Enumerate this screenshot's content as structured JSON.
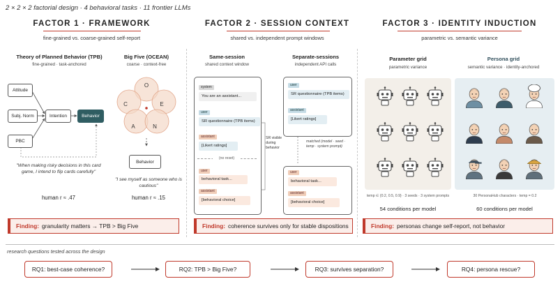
{
  "header": {
    "title": "2 × 2 × 2 factorial design · 4 behavioral tasks · 11 frontier LLMs"
  },
  "factor1": {
    "title": "FACTOR 1 · FRAMEWORK",
    "subtitle": "fine-grained vs. coarse-grained self-report",
    "tpb": {
      "title": "Theory of Planned Behavior (TPB)",
      "subtitle": "fine-grained · task-anchored",
      "nodes": {
        "attitude": "Attitude",
        "norm": "Subj. Norm",
        "pbc": "PBC",
        "intention": "Intention",
        "behavior": "Behavior"
      },
      "quote": "\"When making risky decisions in this card game, I intend to flip cards carefully\"",
      "corr": "human r ≈ .47"
    },
    "bigfive": {
      "title": "Big Five (OCEAN)",
      "subtitle": "coarse · context-free",
      "letters": {
        "o": "O",
        "c": "C",
        "e": "E",
        "a": "A",
        "n": "N"
      },
      "behavior": "Behavior",
      "quote": "\"I see myself as someone who is cautious\"",
      "corr": "human r ≈ .15"
    },
    "finding_label": "Finding:",
    "finding_text": "granularity matters → TPB > Big Five"
  },
  "factor2": {
    "title": "FACTOR 2 · SESSION CONTEXT",
    "subtitle": "shared vs. independent prompt windows",
    "same": {
      "title": "Same-session",
      "subtitle": "shared context window",
      "system_tag": "system",
      "system_msg": "You are an assistant...",
      "user_tag": "user",
      "sr_msg": "SR questionnaire (TPB items)",
      "assistant_tag": "assistant",
      "likert_msg": "[Likert ratings]",
      "no_reset": "(no reset)",
      "user_tag2": "user",
      "task_msg": "behavioral task...",
      "assistant_tag2": "assistant",
      "choice_msg": "[behavioral choice]"
    },
    "side_note": "SR visible during behavior",
    "separate": {
      "title": "Separate-sessions",
      "subtitle": "independent API calls",
      "user_tag": "user",
      "sr_msg": "SR questionnaire (TPB items)",
      "assistant_tag": "assistant",
      "likert_msg": "[Likert ratings]",
      "matched": "matched (model · seed · temp · system prompt)",
      "user_tag2": "user",
      "task_msg": "behavioral task...",
      "assistant_tag2": "assistant",
      "choice_msg": "[behavioral choice]"
    },
    "finding_label": "Finding:",
    "finding_text": "coherence survives only for stable dispositions"
  },
  "factor3": {
    "title": "FACTOR 3 · IDENTITY INDUCTION",
    "subtitle": "parametric vs. semantic variance",
    "param": {
      "title": "Parameter grid",
      "subtitle": "parametric variance",
      "note": "temp ∈ {0.2, 0.5, 0.9}   ·   3 seeds   ·   3 system prompts",
      "count": "54 conditions per model"
    },
    "persona": {
      "title": "Persona grid",
      "subtitle": "semantic variance · identity-anchored",
      "note": "30 PersonaHub characters   ·   temp = 0.2",
      "count": "60 conditions per model"
    },
    "finding_label": "Finding:",
    "finding_text": "personas change self-report, not behavior"
  },
  "research": {
    "label": "research questions tested across the design",
    "rqs": [
      "RQ1: best-case coherence?",
      "RQ2: TPB > Big Five?",
      "RQ3: survives separation?",
      "RQ4: persona rescue?"
    ]
  },
  "colors": {
    "accent": "#c0392b",
    "behavior_fill": "#2f5d62",
    "bigfive_fill": "#f4d9c8",
    "param_bg": "#f3efe9",
    "persona_bg": "#e6eef2"
  }
}
